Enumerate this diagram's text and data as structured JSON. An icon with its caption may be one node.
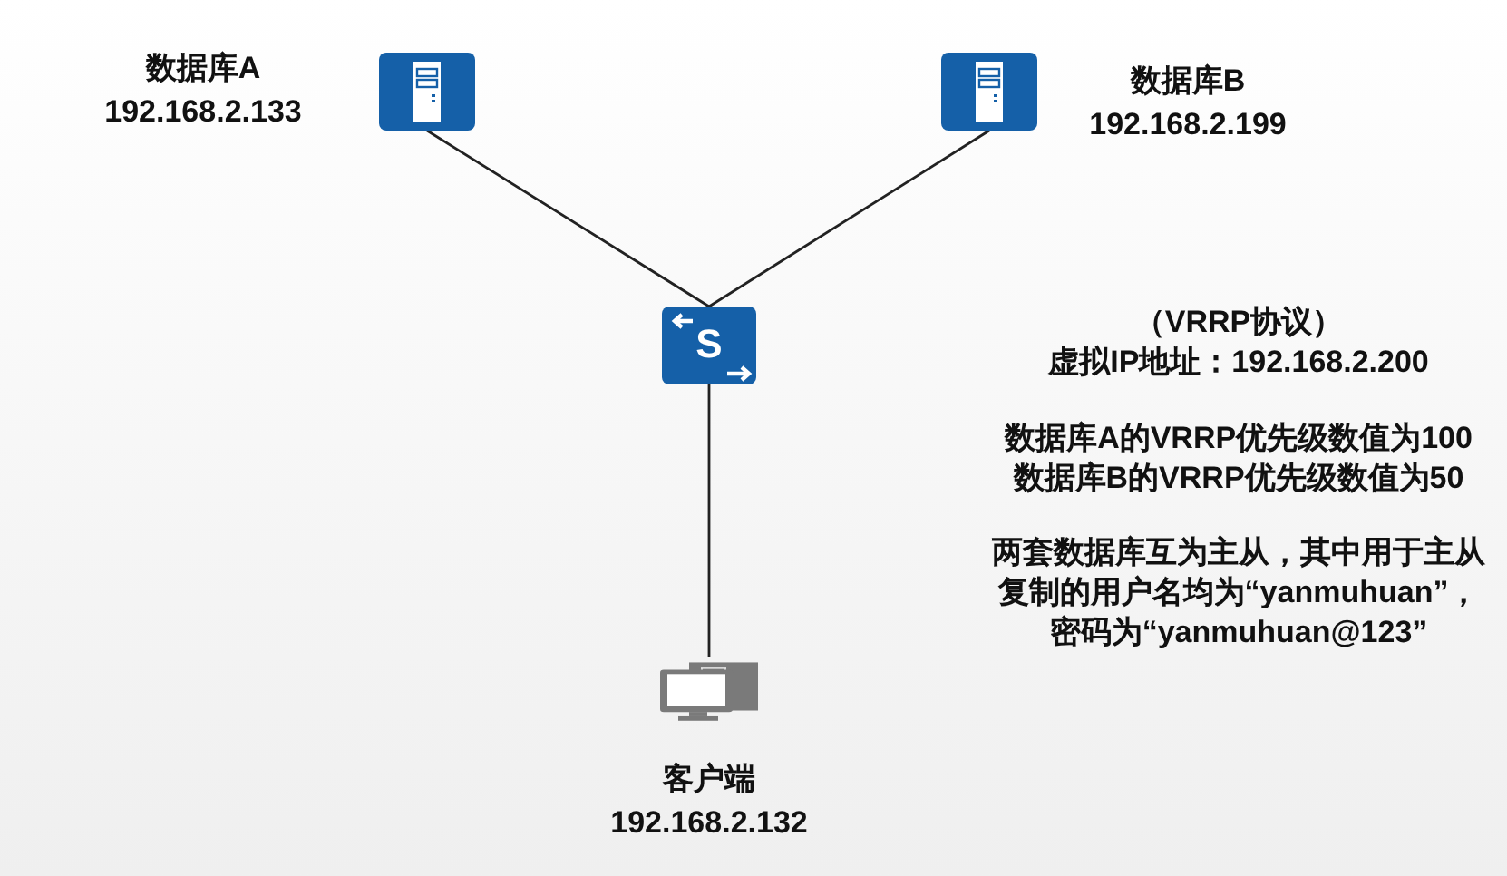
{
  "diagram": {
    "nodes": [
      {
        "text": [],
        "shape": "server",
        "beside": [
          "数据库A",
          "192.168.2.133"
        ]
      },
      {
        "text": [],
        "shape": "server",
        "beside": [
          "数据库B",
          "192.168.2.199"
        ]
      },
      {
        "text": [
          "S"
        ]
      },
      {
        "text": [],
        "shape": "computer",
        "beside": [
          "客户端",
          "192.168.2.132"
        ]
      }
    ],
    "edges": [
      {
        "from": 0,
        "to": 2,
        "arrow": "none"
      },
      {
        "from": 1,
        "to": 2,
        "arrow": "none"
      },
      {
        "from": 2,
        "to": 3,
        "arrow": "none"
      }
    ],
    "labels": [
      "（VRRP协议）",
      "虚拟IP地址：192.168.2.200",
      "数据库A的VRRP优先级数值为100",
      "数据库B的VRRP优先级数值为50",
      "两套数据库互为主从，其中用于主从复制的用户名均为“yanmuhuan”，密码为“yanmuhuan@123”"
    ]
  }
}
